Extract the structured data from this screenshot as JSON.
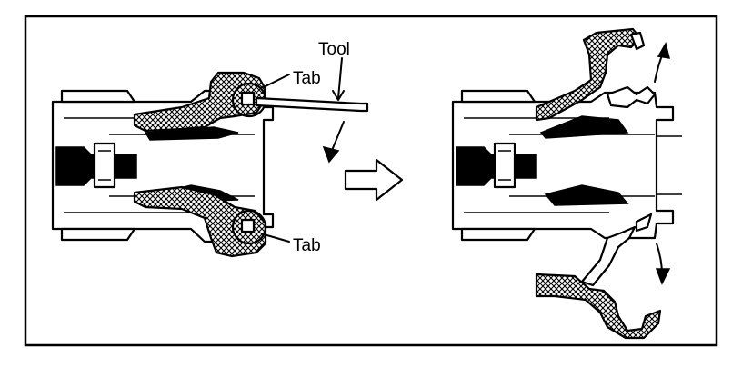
{
  "labels": {
    "tool": "Tool",
    "tab_top": "Tab",
    "tab_bottom": "Tab"
  },
  "colors": {
    "line": "#000000",
    "background": "#ffffff"
  }
}
